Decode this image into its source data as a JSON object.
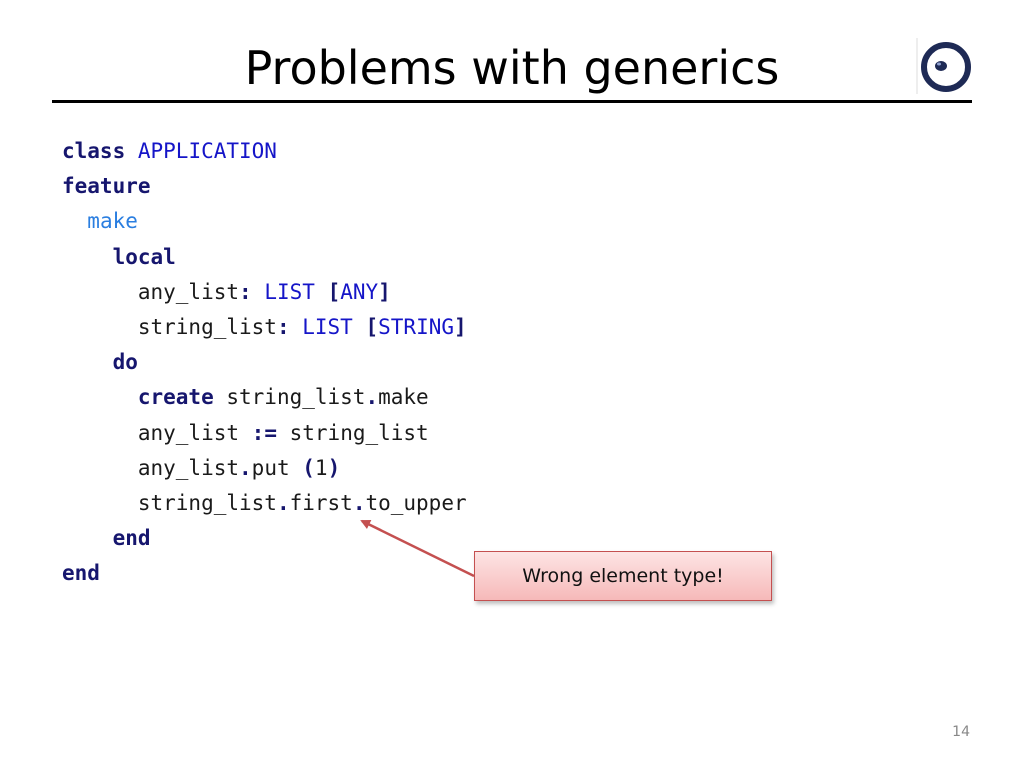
{
  "slide": {
    "title": "Problems with generics",
    "page_number": "14",
    "callout": "Wrong element type!",
    "colors": {
      "keyword": "#16166e",
      "class": "#1515c8",
      "feature": "#2a7ee0",
      "callout_border": "#c45050"
    }
  },
  "code": {
    "class_kw": "class",
    "class_name": "APPLICATION",
    "feature_kw": "feature",
    "feature_name": "make",
    "local_kw": "local",
    "decl1_name": "any_list",
    "decl1_colon": ":",
    "decl1_type": "LIST",
    "decl1_open": "[",
    "decl1_param": "ANY",
    "decl1_close": "]",
    "decl2_name": "string_list",
    "decl2_colon": ":",
    "decl2_type": "LIST",
    "decl2_open": "[",
    "decl2_param": "STRING",
    "decl2_close": "]",
    "do_kw": "do",
    "create_kw": "create",
    "create_target": "string_list",
    "create_dot": ".",
    "create_proc": "make",
    "assign_target": "any_list",
    "assign_op": ":=",
    "assign_source": "string_list",
    "put_target": "any_list",
    "put_dot": ".",
    "put_call": "put",
    "put_open": "(",
    "put_arg": "1",
    "put_close": ")",
    "upper_target": "string_list",
    "upper_dot1": ".",
    "upper_first": "first",
    "upper_dot2": ".",
    "upper_call": "to_upper",
    "end_inner": "end",
    "end_outer": "end"
  }
}
